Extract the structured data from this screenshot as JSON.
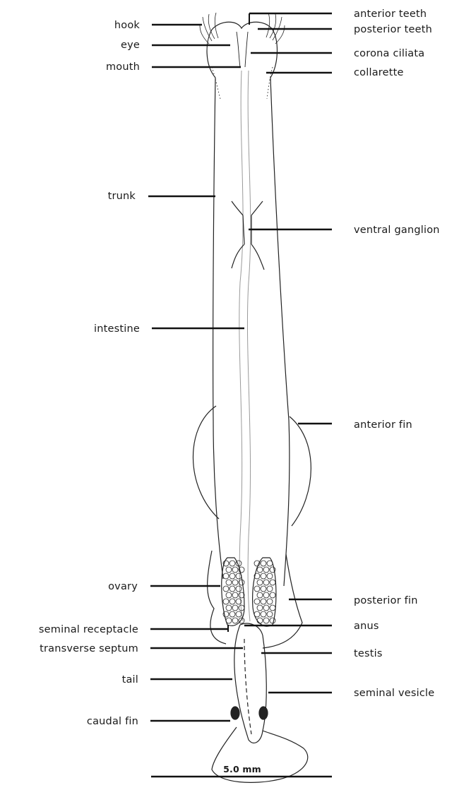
{
  "diagram": {
    "left_labels": [
      {
        "id": "hook",
        "text": "hook"
      },
      {
        "id": "eye",
        "text": "eye"
      },
      {
        "id": "mouth",
        "text": "mouth"
      },
      {
        "id": "trunk",
        "text": "trunk"
      },
      {
        "id": "intestine",
        "text": "intestine"
      },
      {
        "id": "ovary",
        "text": "ovary"
      },
      {
        "id": "seminal-receptacle",
        "text": "seminal  receptacle"
      },
      {
        "id": "transverse-septum",
        "text": "transverse  septum"
      },
      {
        "id": "tail",
        "text": "tail"
      },
      {
        "id": "caudal-fin",
        "text": "caudal fin"
      }
    ],
    "right_labels": [
      {
        "id": "anterior-teeth",
        "text": "anterior  teeth"
      },
      {
        "id": "posterior-teeth",
        "text": "posterior  teeth"
      },
      {
        "id": "corona-ciliata",
        "text": "corona  ciliata"
      },
      {
        "id": "collarette",
        "text": "collarette"
      },
      {
        "id": "ventral-ganglion",
        "text": "ventral  ganglion"
      },
      {
        "id": "anterior-fin",
        "text": "anterior  fin"
      },
      {
        "id": "posterior-fin",
        "text": "posterior  fin"
      },
      {
        "id": "anus",
        "text": "anus"
      },
      {
        "id": "testis",
        "text": "testis"
      },
      {
        "id": "seminal-vesicle",
        "text": "seminal  vesicle"
      }
    ],
    "scale_bar": {
      "label": "5.0 mm"
    }
  }
}
